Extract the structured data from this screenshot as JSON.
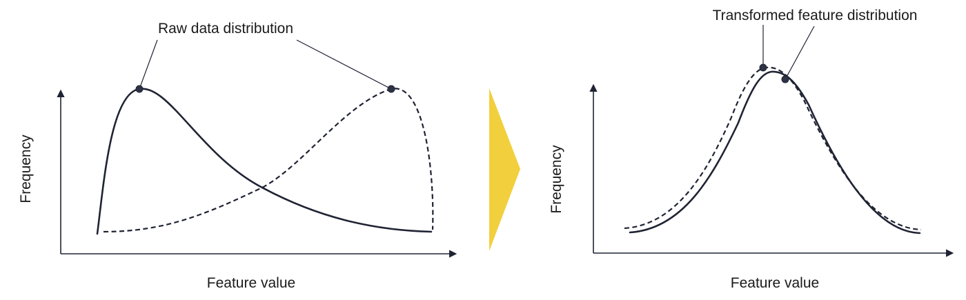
{
  "left_panel": {
    "annotation": "Raw data distribution",
    "x_label": "Feature value",
    "y_label": "Frequency"
  },
  "right_panel": {
    "annotation": "Transformed feature distribution",
    "x_label": "Feature value",
    "y_label": "Frequency"
  },
  "colors": {
    "ink": "#1f2333",
    "arrow": "#f2cf3c"
  }
}
